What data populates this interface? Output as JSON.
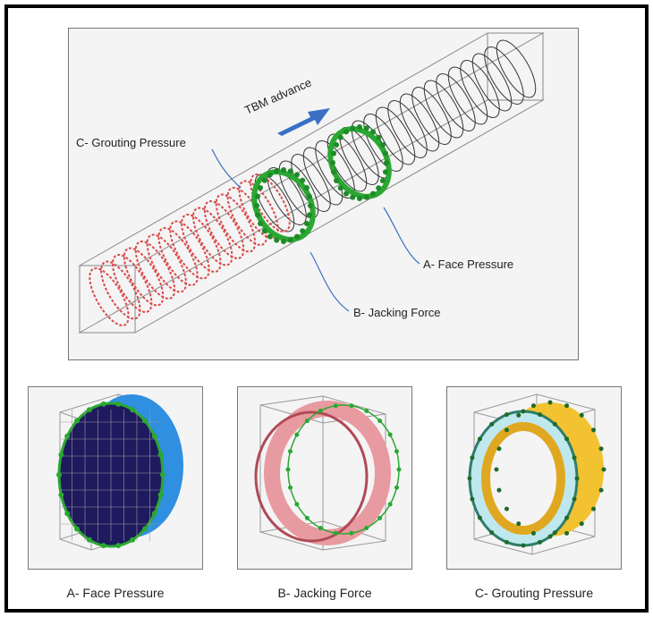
{
  "main": {
    "tbm_label": "TBM advance",
    "callout_c": "C- Grouting Pressure",
    "callout_a": "A- Face Pressure",
    "callout_b": "B- Jacking Force"
  },
  "subpanels": [
    {
      "caption": "A- Face Pressure"
    },
    {
      "caption": "B- Jacking Force"
    },
    {
      "caption": "C- Grouting Pressure"
    }
  ],
  "colors": {
    "lining_red": "#d94a4a",
    "pressure_green": "#2aa832",
    "arrow_blue": "#3a6fc4",
    "face_navy": "#1f1a5e",
    "face_blue": "#2f8fe0",
    "ring_pink": "#e79aa0",
    "grout_yellow": "#f2c230",
    "grout_cyan": "#bfe8ee"
  }
}
